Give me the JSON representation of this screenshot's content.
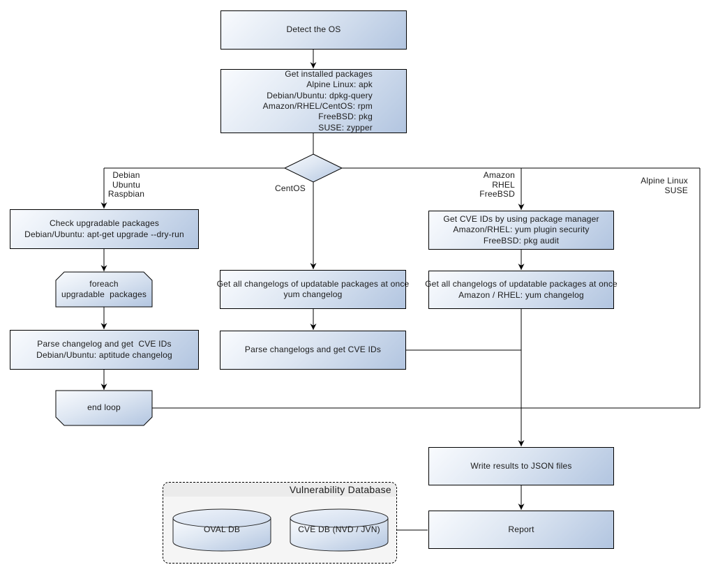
{
  "colors": {
    "node_fill_light": "#f8fafd",
    "node_fill_dark": "#b2c5e0",
    "line": "#000000",
    "db_bg": "#f5f5f5",
    "db_band": "#ebebeb"
  },
  "nodes": {
    "detect_os": {
      "label": "Detect the OS"
    },
    "get_installed_packages": {
      "lines": [
        "Get installed packages",
        "Alpine Linux: apk",
        "Debian/Ubuntu: dpkg-query",
        "Amazon/RHEL/CentOS: rpm",
        "FreeBSD: pkg",
        "SUSE: zypper"
      ]
    },
    "check_upgradable": {
      "lines": [
        "Check upgradable packages",
        "Debian/Ubuntu: apt-get upgrade --dry-run"
      ]
    },
    "foreach_loop": {
      "lines": [
        "foreach",
        "upgradable  packages"
      ]
    },
    "parse_changelog_debian": {
      "lines": [
        "Parse changelog and get  CVE IDs",
        "Debian/Ubuntu: aptitude changelog"
      ]
    },
    "end_loop": {
      "label": "end loop"
    },
    "get_changelogs_centos": {
      "lines": [
        "Get all changelogs of updatable packages at once",
        "yum changelog"
      ]
    },
    "parse_changelogs_centos": {
      "label": "Parse changelogs and get CVE IDs"
    },
    "get_cve_ids_package_manager": {
      "lines": [
        "Get CVE IDs by using package manager",
        "Amazon/RHEL: yum plugin security",
        "FreeBSD: pkg audit"
      ]
    },
    "get_changelogs_amazon": {
      "lines": [
        "Get all changelogs of updatable packages at once",
        "Amazon / RHEL: yum changelog"
      ]
    },
    "write_results": {
      "label": "Write results to JSON files"
    },
    "report": {
      "label": "Report"
    }
  },
  "branch_labels": {
    "debian": {
      "lines": [
        "Debian",
        "Ubuntu",
        "Raspbian"
      ]
    },
    "centos": {
      "label": "CentOS"
    },
    "amazon": {
      "lines": [
        "Amazon",
        "RHEL",
        "FreeBSD"
      ]
    },
    "alpine": {
      "lines": [
        "Alpine Linux",
        "SUSE"
      ]
    }
  },
  "database": {
    "title": "Vulnerability Database",
    "oval_db": "OVAL DB",
    "cve_db": "CVE DB (NVD / JVN)"
  }
}
